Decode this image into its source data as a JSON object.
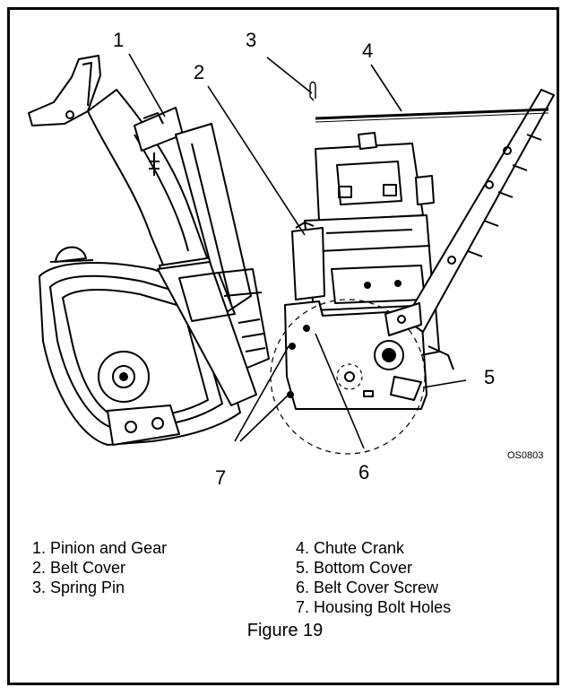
{
  "callouts": {
    "c1": "1",
    "c2": "2",
    "c3": "3",
    "c4": "4",
    "c5": "5",
    "c6": "6",
    "c7": "7"
  },
  "drawing_code": "OS0803",
  "legend": {
    "left": [
      "1. Pinion and Gear",
      "2. Belt Cover",
      "3. Spring Pin"
    ],
    "right": [
      "4. Chute Crank",
      "5. Bottom Cover",
      "6. Belt Cover Screw",
      "7. Housing Bolt Holes"
    ]
  },
  "caption": "Figure 19"
}
